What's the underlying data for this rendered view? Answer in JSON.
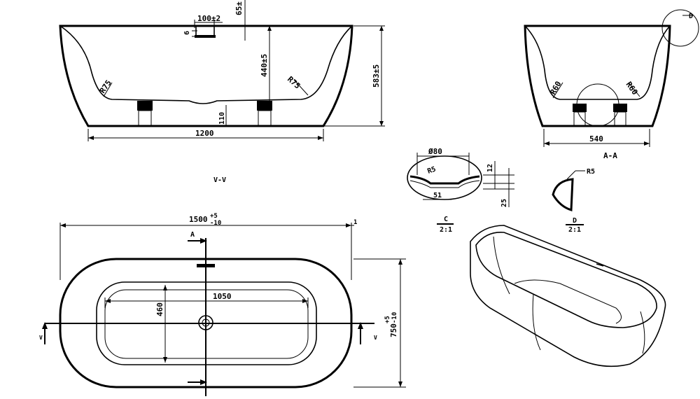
{
  "side_view": {
    "dim_drain_width": "100±2",
    "dim_drain_top": "65±",
    "dim_drain_depth": "6",
    "dim_inner_depth": "440±5",
    "dim_overall_height": "583±5",
    "dim_radius_left": "R75",
    "dim_radius_right": "R75",
    "dim_foot_height": "110",
    "dim_length_bottom": "1200",
    "section_label": "V-V"
  },
  "end_view": {
    "dim_radius_left": "R60",
    "dim_radius_right": "R60",
    "dim_width_bottom": "540",
    "detail_tag": "D",
    "section_label": "A-A"
  },
  "detail_c": {
    "dim_diameter": "Ø80",
    "dim_radius": "R5",
    "dim_width": "51",
    "dim_12": "12",
    "dim_25": "25",
    "label": "C",
    "scale": "2:1"
  },
  "detail_d": {
    "dim_radius": "R5",
    "label": "D",
    "scale": "2:1"
  },
  "top_view": {
    "dim_length_main": "1500",
    "dim_length_tol_plus": "+5",
    "dim_length_tol_minus": "-10",
    "dim_inner_length": "1050",
    "dim_inner_width": "460",
    "dim_width_main": "750",
    "dim_width_tol_plus": "+5",
    "dim_width_tol_minus": "-10",
    "marker_a": "A",
    "marker_v_left": "V",
    "marker_v_right": "V",
    "marker_1": "1"
  }
}
